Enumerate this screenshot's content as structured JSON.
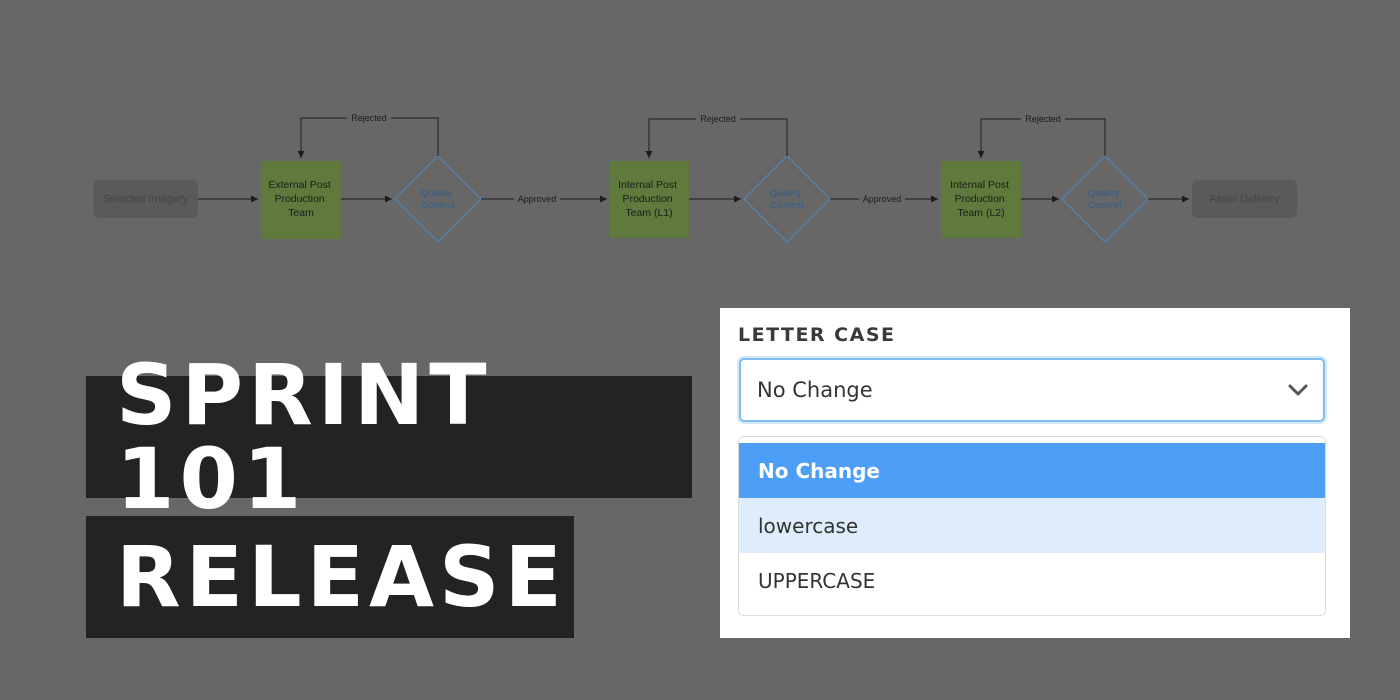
{
  "diagram": {
    "start": "Selected Imagery",
    "stages": [
      {
        "label_lines": [
          "External Post",
          "Production",
          "Team"
        ],
        "check_lines": [
          "Quality",
          "Control"
        ],
        "reject_label": "Rejected",
        "approve_label": "Approved"
      },
      {
        "label_lines": [
          "Internal Post",
          "Production",
          "Team (L1)"
        ],
        "check_lines": [
          "Quality",
          "Control"
        ],
        "reject_label": "Rejected",
        "approve_label": "Approved"
      },
      {
        "label_lines": [
          "Internal Post",
          "Production",
          "Team (L2)"
        ],
        "check_lines": [
          "Quality",
          "Control"
        ],
        "reject_label": "Rejected",
        "approve_label": ""
      }
    ],
    "end": "Asset Delivery"
  },
  "title": {
    "line1": "SPRINT 101",
    "line2": "RELEASE"
  },
  "letter_case": {
    "label": "LETTER CASE",
    "selected": "No Change",
    "options": [
      "No Change",
      "lowercase",
      "UPPERCASE"
    ]
  },
  "colors": {
    "page_bg": "#676767",
    "process_green": "#5f7a3c",
    "decision_blue": "#4f86b7",
    "title_bg": "#232323",
    "option_selected": "#4d9ef6",
    "option_hover": "#dfecfb"
  },
  "icons": {
    "dropdown": "chevron-down-icon"
  }
}
